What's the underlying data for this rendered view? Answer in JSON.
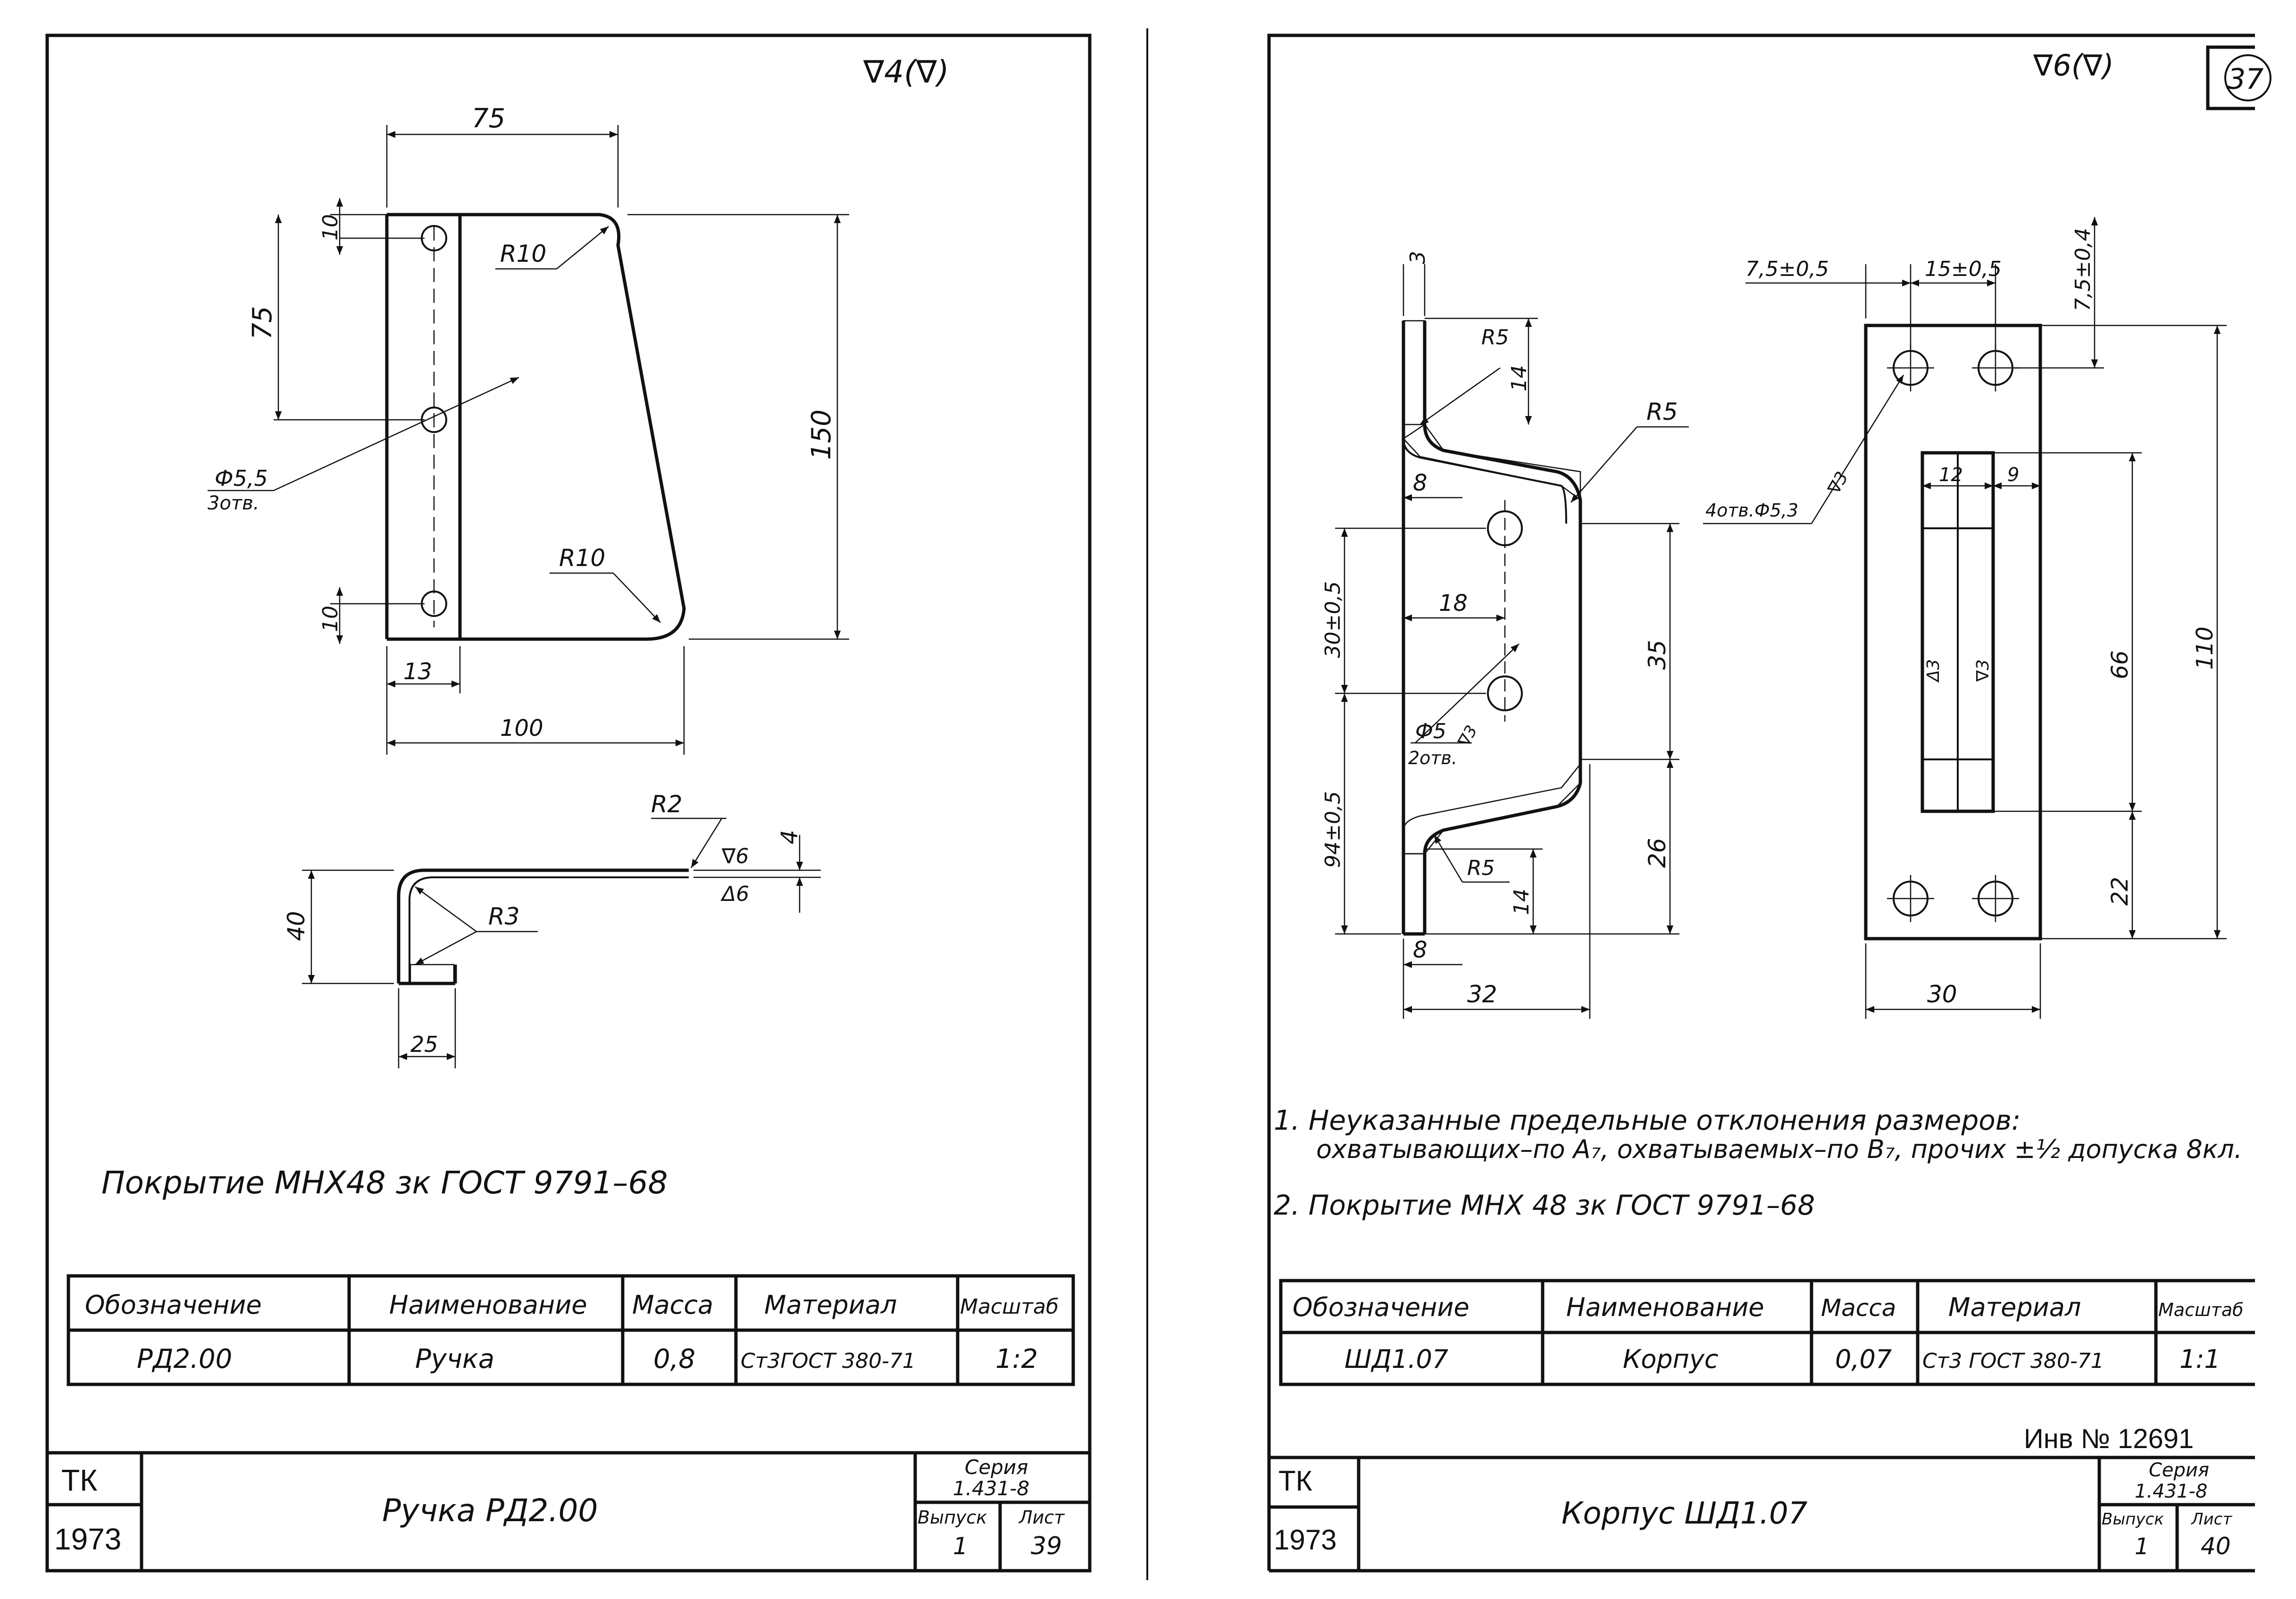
{
  "sheet_left": {
    "surface_mark": "∇4(∇)",
    "dims": {
      "w75_top": "75",
      "h75": "75",
      "h10_top": "10",
      "h10_bottom": "10",
      "h150": "150",
      "w13": "13",
      "w100": "100",
      "r10_top": "R10",
      "r10_bottom": "R10",
      "holes_dia": "Ф5,5",
      "holes_count": "3отв.",
      "r2": "R2",
      "t4": "4",
      "surf6_top": "∇6",
      "surf6_bottom": "Δ6",
      "h40": "40",
      "r3": "R3",
      "w25": "25"
    },
    "note": "Покрытие  МНХ48 зк ГОСТ 9791–68",
    "spec_table": {
      "headers": [
        "Обозначение",
        "Наименование",
        "Масса",
        "Материал",
        "Масштаб"
      ],
      "row": [
        "РД2.00",
        "Ручка",
        "0,8",
        "Ст3ГОСТ 380-71",
        "1:2"
      ]
    },
    "title_block": {
      "org": "ТК",
      "year": "1973",
      "title": "Ручка РД2.00",
      "series_label": "Серия",
      "series_value": "1.431-8",
      "issue_label": "Выпуск",
      "issue_value": "1",
      "sheet_label": "Лист",
      "sheet_value": "39"
    }
  },
  "sheet_right": {
    "surface_mark": "∇6(∇)",
    "page_marker": "37",
    "dims": {
      "d3": "3",
      "r5_top": "R5",
      "d14_top": "14",
      "r5_right": "R5",
      "d8_top": "8",
      "d30": "30±0,5",
      "d18": "18",
      "d35": "35",
      "holes_dia": "Ф5",
      "holes_surf": "∇3",
      "holes_count": "2отв.",
      "d94": "94±0,5",
      "r5_bottom": "R5",
      "d14_bottom": "14",
      "d26": "26",
      "d8_bottom": "8",
      "d32": "32",
      "d75": "7,5±0,5",
      "d15": "15±0,5",
      "d75v": "7,5±0,4",
      "holes4": "4отв.Ф5,3",
      "surf3_a": "∇3",
      "d12": "12",
      "d9": "9",
      "surf3_b": "Δ3",
      "surf3_c": "∇3",
      "d66": "66",
      "d110": "110",
      "d22": "22",
      "d30w": "30"
    },
    "notes": [
      "1.  Неуказанные предельные отклонения размеров:",
      "охватывающих–по А₇, охватываемых–по В₇, прочих ±½ допуска 8кл.",
      "2.  Покрытие  МНХ 48 зк ГОСТ 9791–68"
    ],
    "spec_table": {
      "headers": [
        "Обозначение",
        "Наименование",
        "Масса",
        "Материал",
        "Масштаб"
      ],
      "row": [
        "ШД1.07",
        "Корпус",
        "0,07",
        "Ст3 ГОСТ 380-71",
        "1:1"
      ]
    },
    "inv_number": "Инв № 12691",
    "title_block": {
      "org": "ТК",
      "year": "1973",
      "title": "Корпус ШД1.07",
      "series_label": "Серия",
      "series_value": "1.431-8",
      "issue_label": "Выпуск",
      "issue_value": "1",
      "sheet_label": "Лист",
      "sheet_value": "40"
    }
  }
}
